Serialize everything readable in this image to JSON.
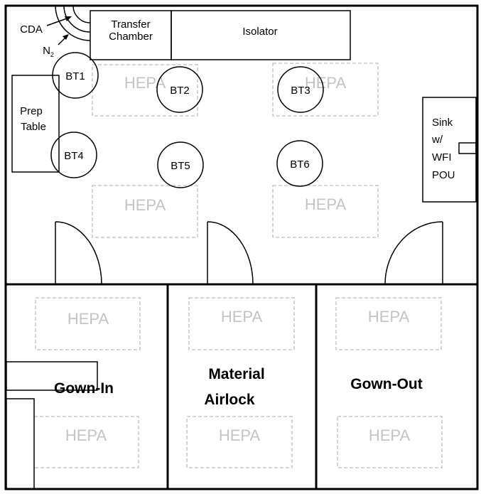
{
  "equipment": {
    "isolator": "Isolator",
    "transfer_chamber": [
      "Transfer",
      "Chamber"
    ],
    "prep_table": [
      "Prep",
      "Table"
    ],
    "sink": [
      "Sink",
      "w/",
      "WFI",
      "POU"
    ],
    "cda": "CDA",
    "n2": "N",
    "n2_sub": "2"
  },
  "biosafety": [
    "BT1",
    "BT2",
    "BT3",
    "BT4",
    "BT5",
    "BT6"
  ],
  "hepa_label": "HEPA",
  "rooms": {
    "gown_in": "Gown-In",
    "material_airlock": [
      "Material",
      "Airlock"
    ],
    "gown_out": "Gown-Out"
  }
}
